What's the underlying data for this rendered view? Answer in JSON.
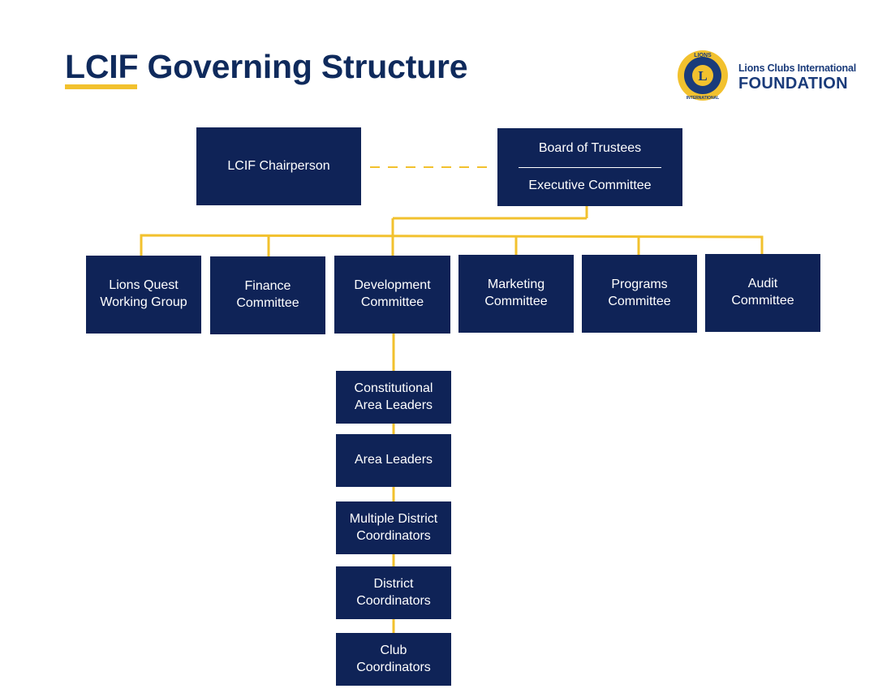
{
  "header": {
    "title_prefix": "LCIF",
    "title_rest": " Governing Structure"
  },
  "logo": {
    "line1": "Lions Clubs International",
    "line2": "FOUNDATION",
    "emblem_letter": "L",
    "emblem_top": "LIONS",
    "emblem_bottom": "INTERNATIONAL"
  },
  "colors": {
    "box": "#0f2357",
    "connector": "#f2c12e",
    "title": "#0f2a5c"
  },
  "org": {
    "chairperson": "LCIF Chairperson",
    "board": {
      "top": "Board of Trustees",
      "bottom": "Executive Committee"
    },
    "committees": [
      {
        "line1": "Lions Quest",
        "line2": "Working Group"
      },
      {
        "line1": "Finance",
        "line2": "Committee"
      },
      {
        "line1": "Development",
        "line2": "Committee"
      },
      {
        "line1": "Marketing",
        "line2": "Committee"
      },
      {
        "line1": "Programs",
        "line2": "Committee"
      },
      {
        "line1": "Audit",
        "line2": "Committee"
      }
    ],
    "chain": [
      {
        "line1": "Constitutional",
        "line2": "Area Leaders"
      },
      {
        "line1": "Area Leaders"
      },
      {
        "line1": "Multiple District",
        "line2": "Coordinators"
      },
      {
        "line1": "District",
        "line2": "Coordinators"
      },
      {
        "line1": "Club",
        "line2": "Coordinators"
      }
    ]
  }
}
